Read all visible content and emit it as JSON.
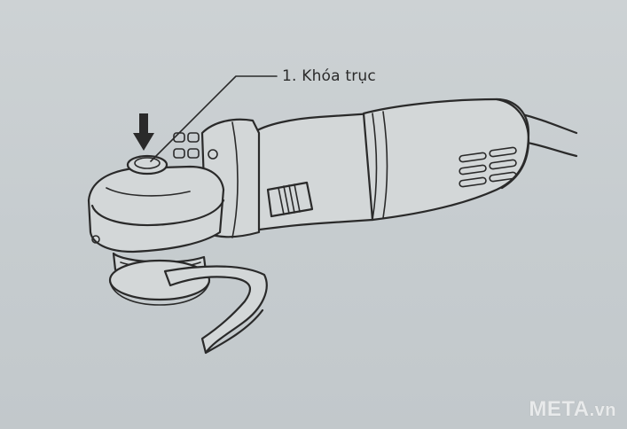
{
  "callout": {
    "label": "1. Khóa trục"
  },
  "watermark": {
    "brand": "META",
    "tld": ".vn"
  },
  "icons": {
    "press_direction": "arrow-down-icon"
  },
  "colors": {
    "background": "#c9ced0",
    "line": "#2a2a2a",
    "watermark": "#e8eaeb"
  }
}
